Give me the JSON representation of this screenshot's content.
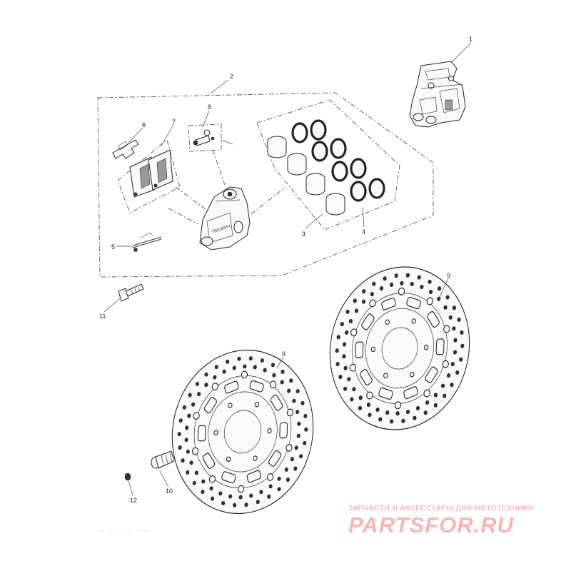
{
  "callouts": {
    "c1": "1",
    "c2": "2",
    "c3": "3",
    "c4": "4",
    "c5": "5",
    "c6": "6",
    "c7": "7",
    "c8": "8",
    "c9a": "9",
    "c9b": "9",
    "c10": "10",
    "c11": "11",
    "c12": "12"
  },
  "watermark": {
    "tagline": "ЗАПЧАСТИ И АКСЕССУАРЫ ДЛЯ МОТОТЕХНИКИ",
    "brand": "PARTSFOR.RU"
  }
}
